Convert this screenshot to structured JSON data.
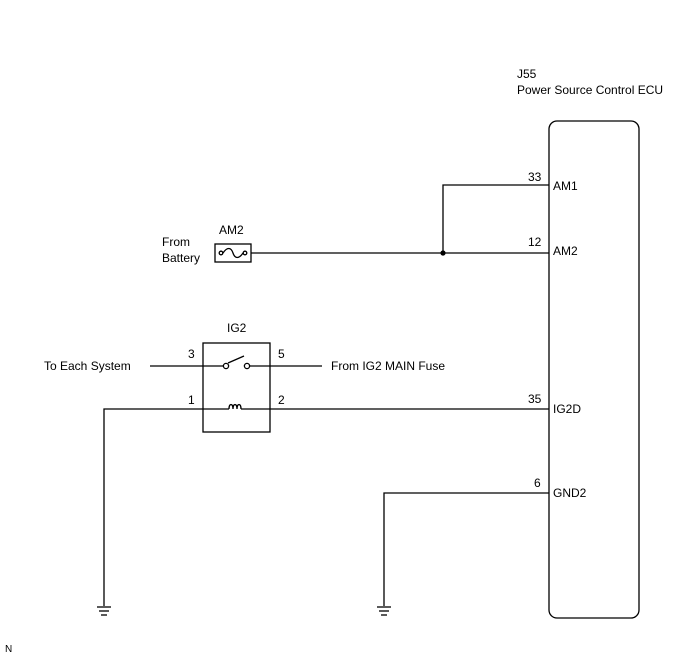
{
  "ecu": {
    "code": "J55",
    "name": "Power Source Control ECU",
    "pins": [
      {
        "number": "33",
        "name": "AM1"
      },
      {
        "number": "12",
        "name": "AM2"
      },
      {
        "number": "35",
        "name": "IG2D"
      },
      {
        "number": "6",
        "name": "GND2"
      }
    ]
  },
  "fuse": {
    "name": "AM2",
    "source_line1": "From",
    "source_line2": "Battery"
  },
  "relay": {
    "name": "IG2",
    "pin_3": "3",
    "pin_5": "5",
    "pin_1": "1",
    "pin_2": "2",
    "to_label": "To Each System",
    "from_label": "From IG2 MAIN Fuse"
  },
  "footer": {
    "mark": "N"
  }
}
